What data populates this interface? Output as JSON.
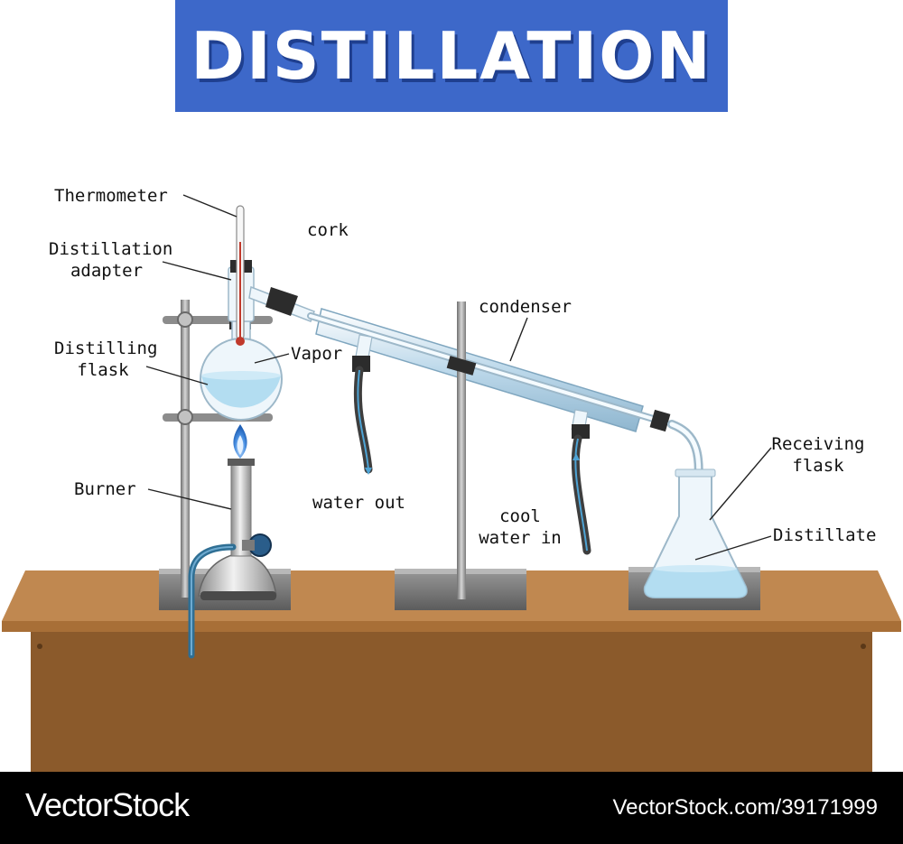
{
  "title": "DISTILLATION",
  "labels": {
    "thermometer": "Thermometer",
    "cork": "cork",
    "distillation_adapter_1": "Distillation",
    "distillation_adapter_2": "adapter",
    "distilling_flask_1": "Distilling",
    "distilling_flask_2": "flask",
    "vapor": "Vapor",
    "condenser": "condenser",
    "burner": "Burner",
    "water_out": "water out",
    "cool_water_in_1": "cool",
    "cool_water_in_2": "water in",
    "receiving_flask_1": "Receiving",
    "receiving_flask_2": "flask",
    "distillate": "Distillate"
  },
  "footer": {
    "brand": "VectorStock",
    "credit": "VectorStock.com/39171999"
  },
  "colors": {
    "banner": "#3d68c9",
    "table_top": "#c08850",
    "table_body": "#8b5a2b",
    "water": "#a8d8ee",
    "glass": "#e6f1f8",
    "hose": "#3c6e8c",
    "flame": "#2f7fdc"
  }
}
